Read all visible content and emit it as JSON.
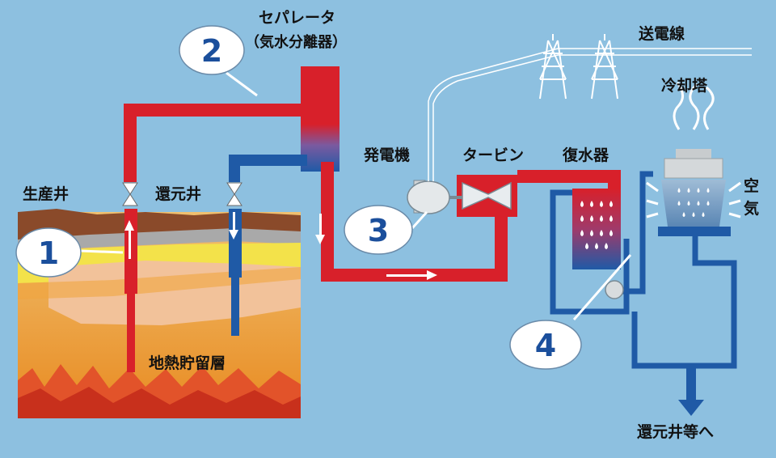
{
  "labels": {
    "separator_line1": "セパレータ",
    "separator_line2": "（気水分離器）",
    "transmission_line": "送電線",
    "cooling_tower": "冷却塔",
    "generator": "発電機",
    "turbine": "タービン",
    "condenser": "復水器",
    "production_well": "生産井",
    "reinjection_well": "還元井",
    "air_1": "空",
    "air_2": "気",
    "reservoir": "地熱貯留層",
    "to_reinjection": "還元井等へ"
  },
  "callouts": [
    "1",
    "2",
    "3",
    "4"
  ],
  "colors": {
    "background": "#8dc0e0",
    "steam_red": "#d8202a",
    "water_blue": "#1f5aa6",
    "callout_number": "#1b4f9c"
  }
}
